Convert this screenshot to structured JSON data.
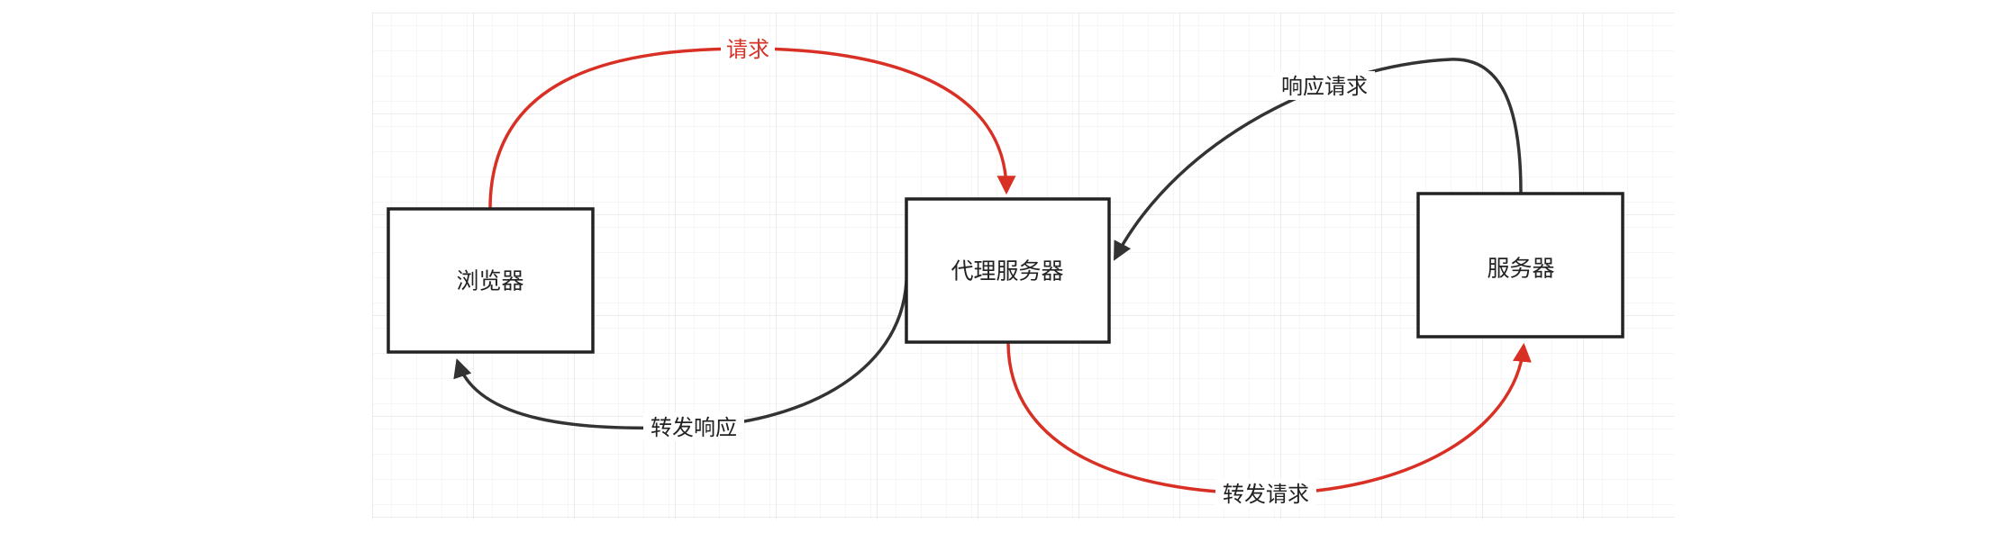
{
  "nodes": {
    "browser": "浏览器",
    "proxy": "代理服务器",
    "server": "服务器"
  },
  "edges": {
    "request": "请求",
    "response_request": "响应请求",
    "forward_response": "转发响应",
    "forward_request": "转发请求"
  },
  "colors": {
    "request_edge": "#d93025",
    "response_edge": "#333333",
    "box_border": "#222222",
    "grid_line": "#e8e8e8"
  }
}
